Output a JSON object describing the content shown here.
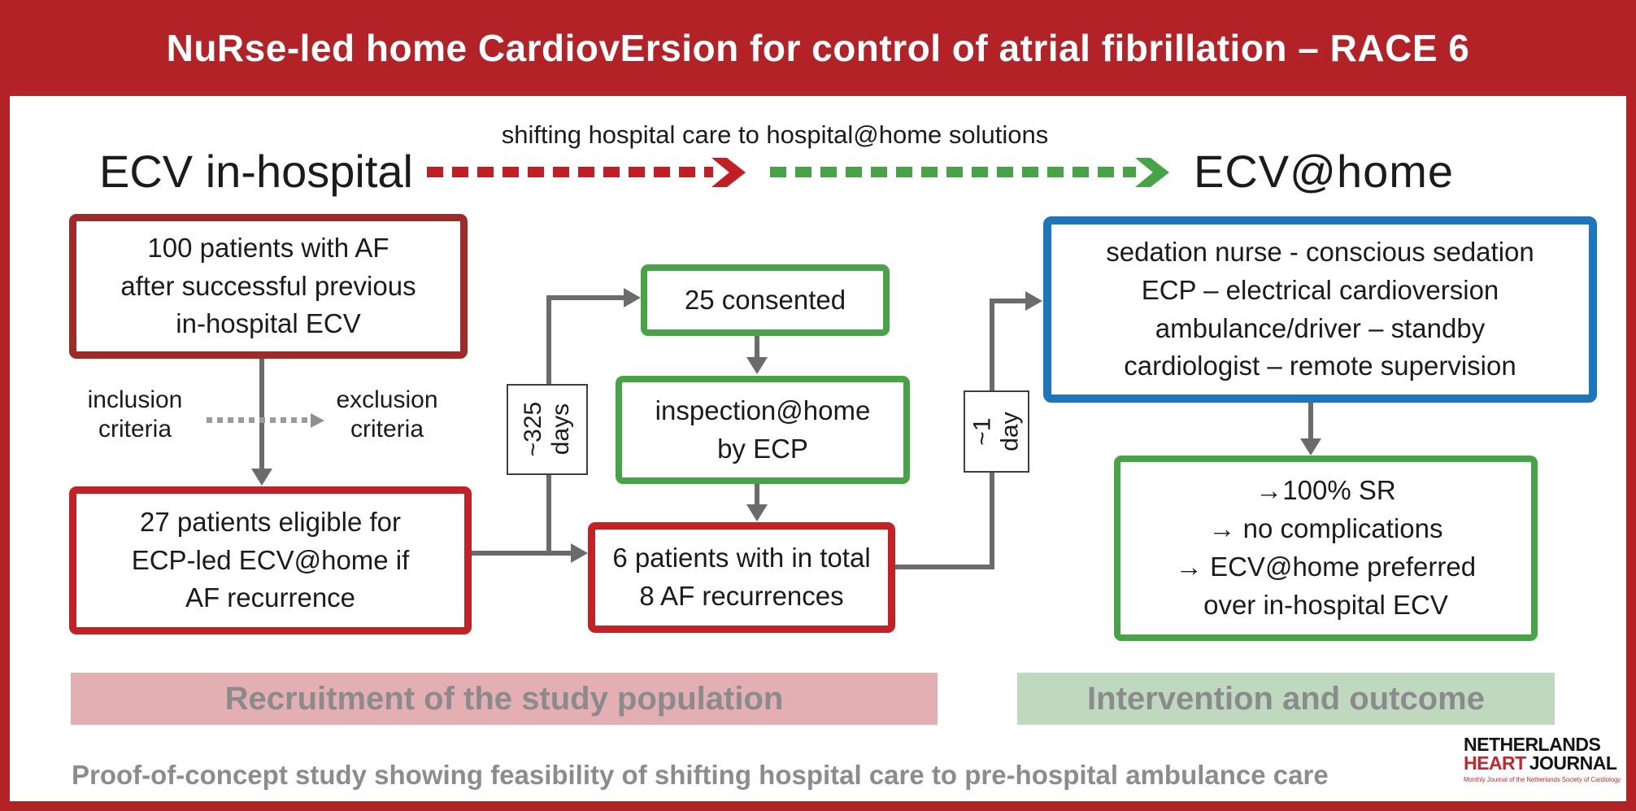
{
  "title": "NuRse-led home CardiovErsion for control of atrial fibrillation – RACE 6",
  "header": {
    "left_label": "ECV in-hospital",
    "caption": "shifting hospital care to hospital@home solutions",
    "right_label": "ECV@home"
  },
  "flow": {
    "box_100": {
      "lines": [
        "100 patients with AF",
        "after successful previous",
        "in-hospital ECV"
      ]
    },
    "inclusion": {
      "lines": [
        "inclusion",
        "criteria"
      ]
    },
    "exclusion": {
      "lines": [
        "exclusion",
        "criteria"
      ]
    },
    "box_27": {
      "lines": [
        "27 patients eligible for",
        "ECP-led ECV@home if",
        "AF recurrence"
      ]
    },
    "delay_325": {
      "lines": [
        "~325",
        "days"
      ]
    },
    "box_consented": {
      "lines": [
        "25 consented"
      ]
    },
    "box_inspection": {
      "lines": [
        "inspection@home",
        "by ECP"
      ]
    },
    "box_recurrence": {
      "lines": [
        "6 patients with in total",
        "8 AF recurrences"
      ]
    },
    "delay_1": {
      "lines": [
        "~1",
        "day"
      ]
    },
    "box_team": {
      "lines": [
        "sedation nurse - conscious sedation",
        "ECP – electrical cardioversion",
        "ambulance/driver – standby",
        "cardiologist – remote supervision"
      ]
    },
    "box_outcome": {
      "lines": [
        "→100% SR",
        "→ no complications",
        "→ ECV@home preferred",
        "over in-hospital ECV"
      ]
    }
  },
  "banners": {
    "recruitment": "Recruitment of the study population",
    "intervention": "Intervention and outcome"
  },
  "footer": {
    "conclusion": "Proof-of-concept study showing feasibility of shifting hospital care to pre-hospital ambulance care",
    "logo": {
      "line1": "NETHERLANDS",
      "line2_red": "HEART",
      "line2_black": "JOURNAL",
      "tagline": "Monthly Journal of the Netherlands Society of Cardiology"
    }
  },
  "colors": {
    "frame_red": "#B22226",
    "box_dark_red": "#A0292A",
    "box_bright_red": "#C52025",
    "box_green": "#46A446",
    "box_blue": "#1B76BE",
    "connector_gray": "#6B6B6D",
    "pink_banner_bg": "#E3AFB3",
    "green_banner_bg": "#BFD9BE",
    "banner_text_gray": "#8B8B8D",
    "logo_red": "#C1272D"
  }
}
